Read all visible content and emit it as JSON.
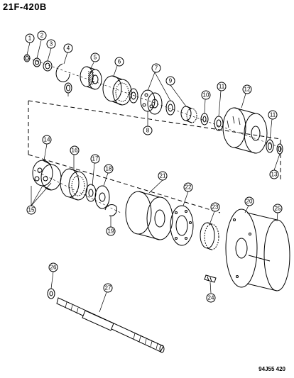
{
  "diagram": {
    "figure_id": "21F-420B",
    "drawing_code": "94J55 420",
    "callouts": [
      "1",
      "2",
      "3",
      "4",
      "5",
      "6",
      "7",
      "8",
      "9",
      "10",
      "11",
      "12",
      "11",
      "13",
      "14",
      "15",
      "16",
      "17",
      "18",
      "19",
      "21",
      "22",
      "23",
      "20",
      "25",
      "24",
      "26",
      "27"
    ]
  }
}
